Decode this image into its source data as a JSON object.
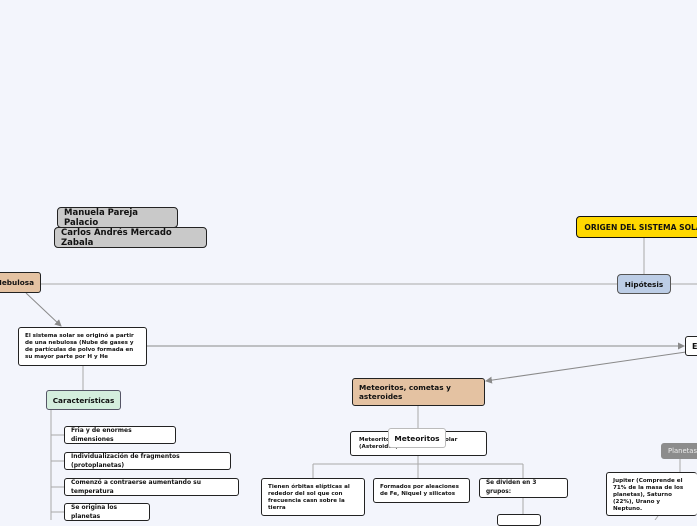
{
  "authors": [
    "Manuela Pareja Palacio",
    "Carlos Andrés Mercado Zabala"
  ],
  "root_title": "ORIGEN DEL SISTEMA SOLAR",
  "hypothesis": "Hipótesis",
  "nebula_topic": "Nebulosa",
  "nebula_description": "El sistema solar se originó a partir de una nebulosa (Nube de gases y de partículas de polvo formada en su mayor parte por H y He",
  "right_edge_node": "E",
  "characteristics": {
    "title": "Características",
    "items": [
      "Fria y de enormes dimensiones",
      "Individualización de fragmentos (protoplanetas)",
      "Comenzó a contraerse aumentando su temperatura",
      "Se origina los planetas"
    ]
  },
  "meteorites_topic": "Meteoritos, cometas y asteroides",
  "meteorites": {
    "title": "Meteoritos",
    "description": "Meteoritos ... del sistema solar (Asteroides)",
    "items": [
      "Tienen órbitas elípticas al rededor del sol que con frecuencia casn sobre la tierra",
      "Formados por aleaciones de Fe, Niquel y silicatos",
      "Se dividen en 3 grupos:"
    ]
  },
  "planets_label": "Planetas",
  "jupiter_note": "Jupiter (Comprende el 71% de la masa de los planetas), Saturno (22%), Urano y Neptuno."
}
